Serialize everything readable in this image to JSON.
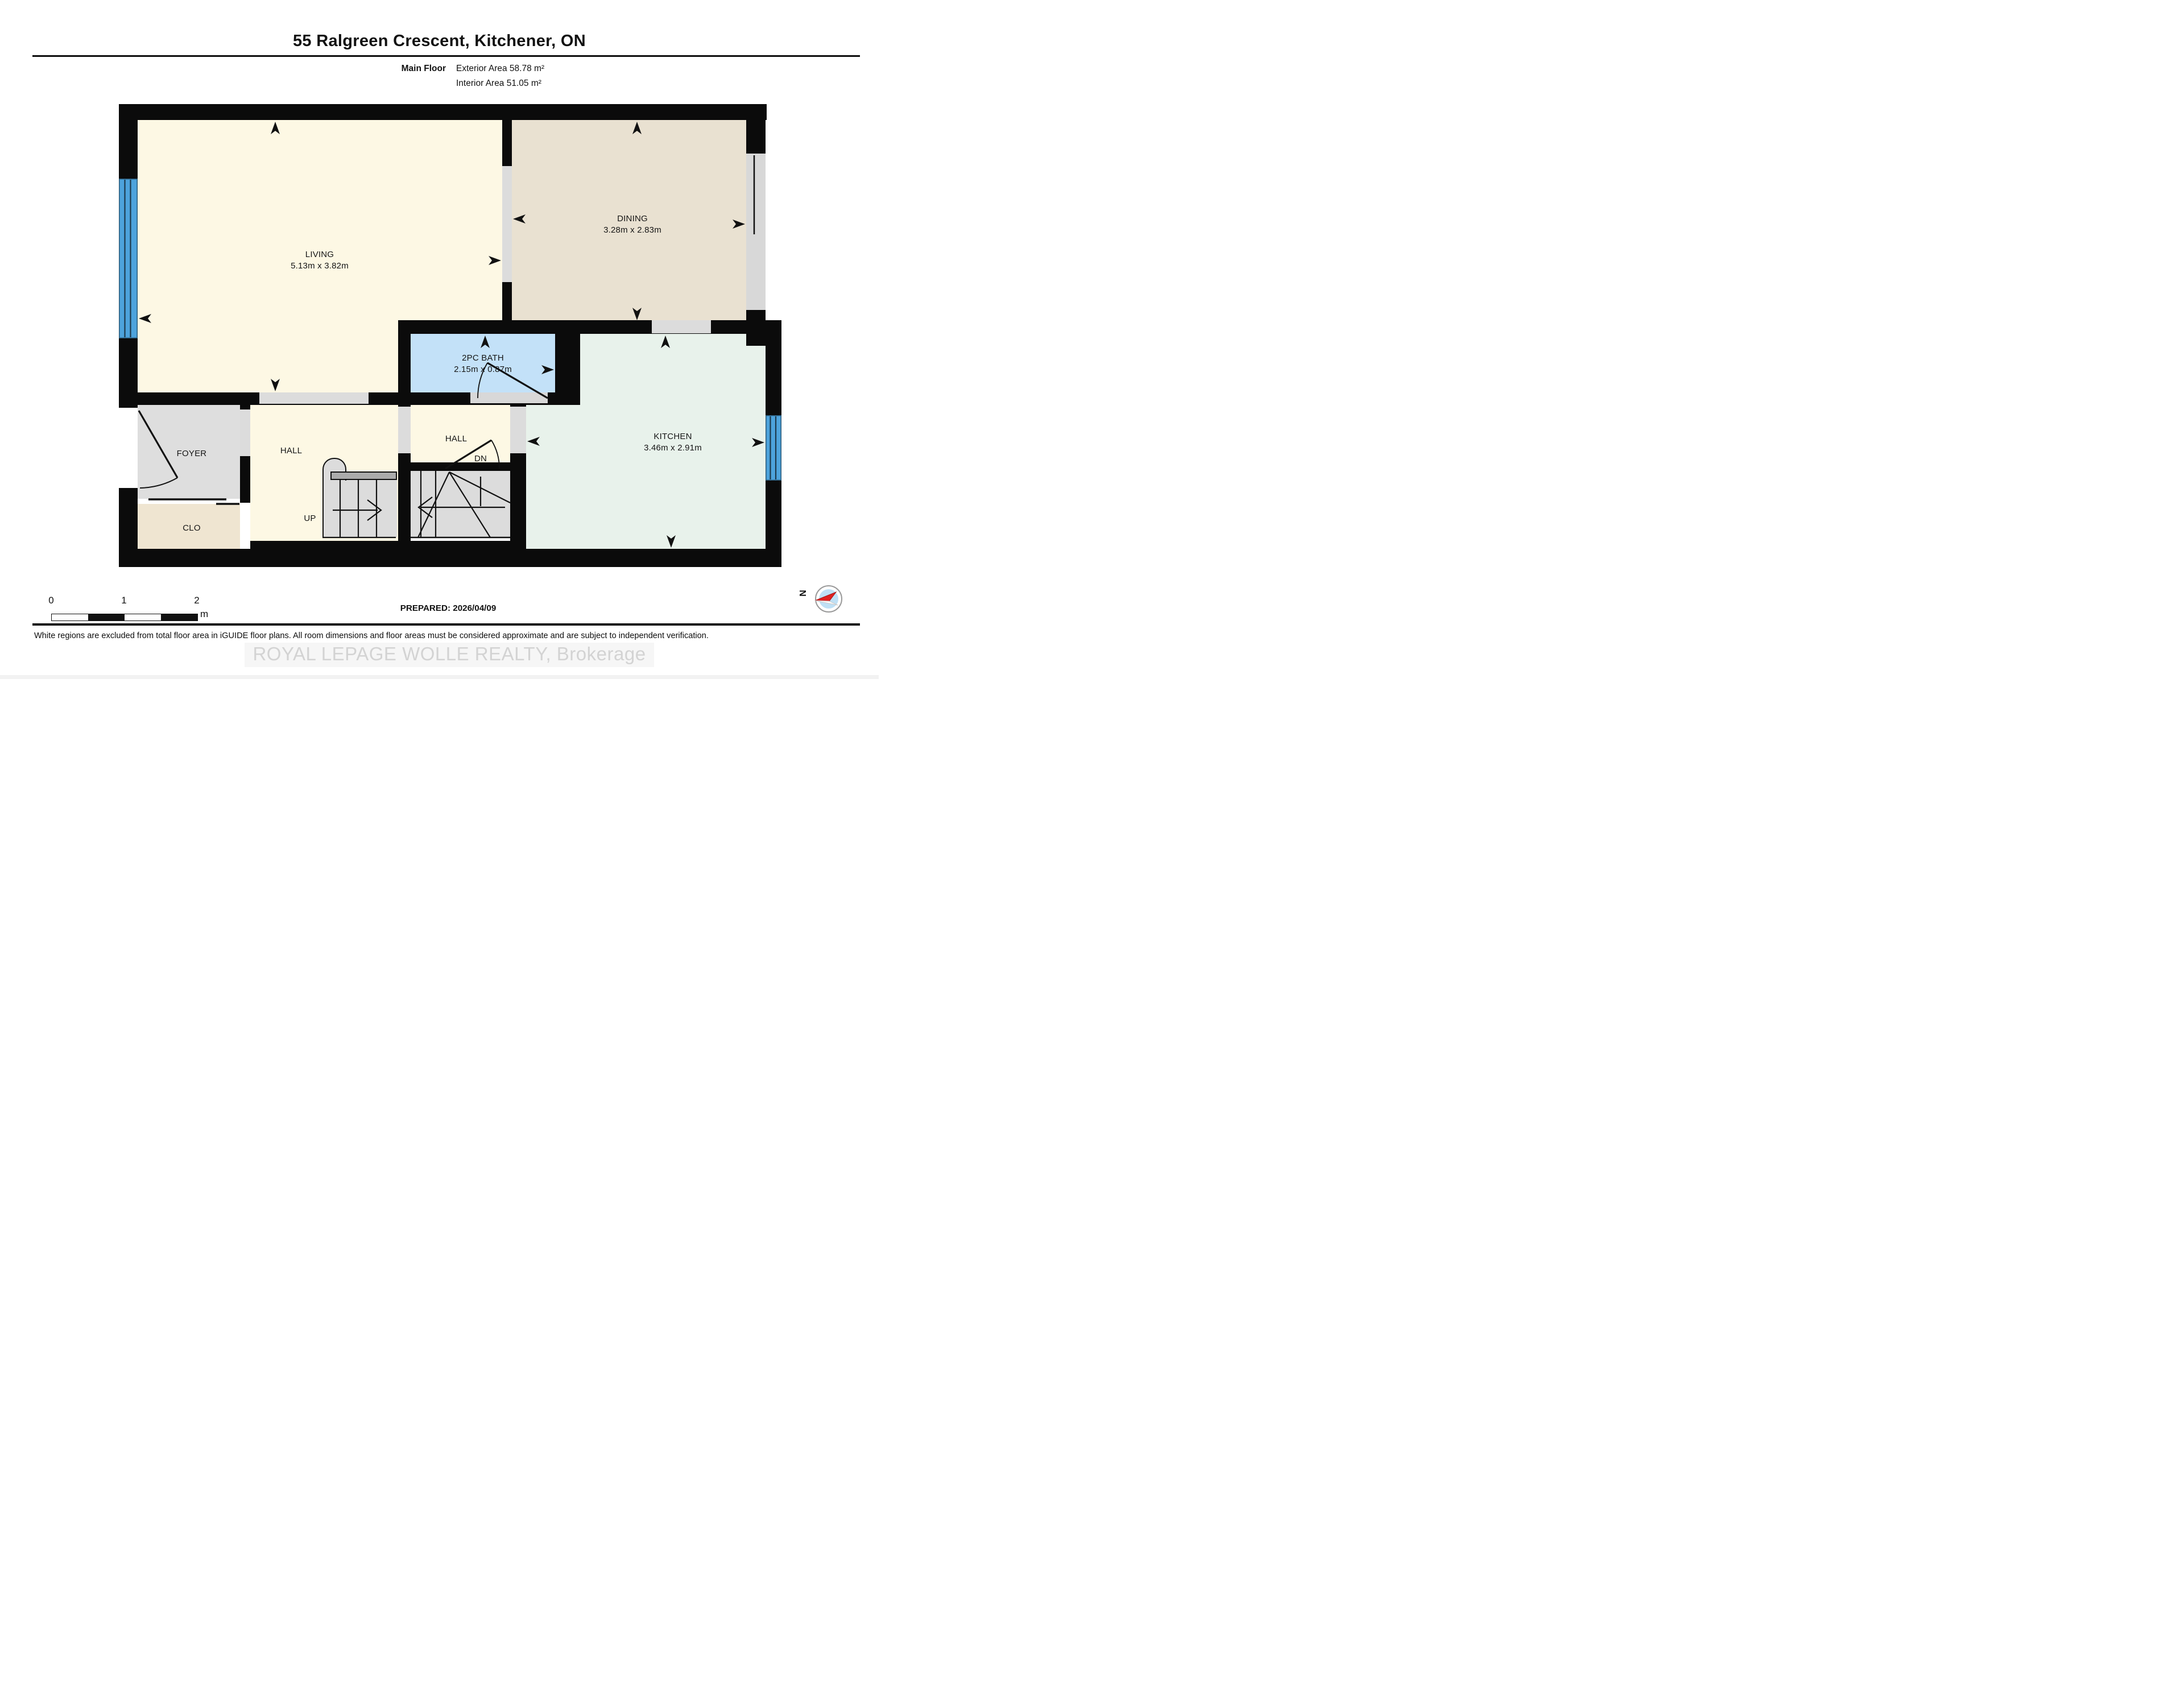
{
  "header": {
    "title": "55 Ralgreen Crescent, Kitchener, ON",
    "floor_label": "Main Floor",
    "exterior_area": "Exterior Area 58.78 m²",
    "interior_area": "Interior Area 51.05 m²"
  },
  "rooms": {
    "living": {
      "name": "LIVING",
      "dims": "5.13m x 3.82m"
    },
    "dining": {
      "name": "DINING",
      "dims": "3.28m x 2.83m"
    },
    "bath": {
      "name": "2PC BATH",
      "dims": "2.15m x 0.87m"
    },
    "kitchen": {
      "name": "KITCHEN",
      "dims": "3.46m x 2.91m"
    },
    "foyer": {
      "name": "FOYER"
    },
    "hall1": {
      "name": "HALL"
    },
    "hall2": {
      "name": "HALL"
    },
    "closet": {
      "name": "CLO"
    }
  },
  "stairs": {
    "up_label": "UP",
    "down_label": "DN"
  },
  "scale_bar": {
    "tick_0": "0",
    "tick_1": "1",
    "tick_2": "2",
    "unit": "m"
  },
  "compass": {
    "north_label": "N"
  },
  "footer": {
    "prepared": "PREPARED: 2026/04/09",
    "disclaimer": "White regions are excluded from total floor area in iGUIDE floor plans. All room dimensions and floor areas must be considered approximate and are subject to independent verification.",
    "watermark": "ROYAL LEPAGE WOLLE REALTY, Brokerage"
  },
  "colors": {
    "wall": "#0b0b0b",
    "living_fill": "#fdf8e4",
    "dining_fill": "#e9e1d1",
    "bath_fill": "#c3e1f8",
    "kitchen_fill": "#e8f2eb",
    "foyer_fill": "#dedede",
    "closet_fill": "#efe5d1",
    "stairs_fill": "#dcdcdc",
    "window_blue": "#4da3dc",
    "opening_gray": "#dcdcdc",
    "compass_red": "#e02020",
    "compass_disc": "#bfe0f5"
  }
}
